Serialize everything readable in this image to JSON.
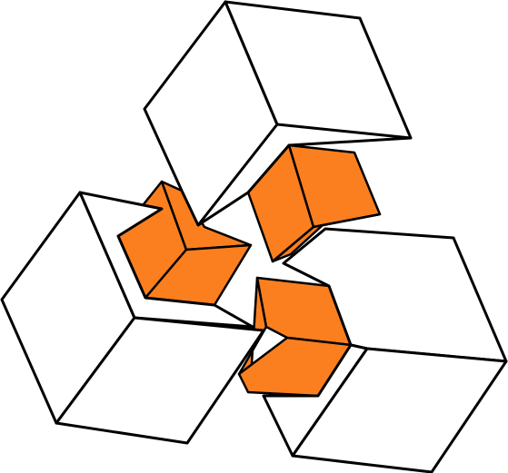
{
  "colors": {
    "outline": "#000000",
    "cube_fill": "#ffffff",
    "accent_fill": "#fb7f1f"
  },
  "diagram": {
    "white_cubes": [
      "top-cube",
      "left-cube",
      "right-cube"
    ],
    "orange_inner_cubes": [
      "top-inner-cube",
      "left-inner-cube",
      "bottom-inner-cube"
    ]
  }
}
